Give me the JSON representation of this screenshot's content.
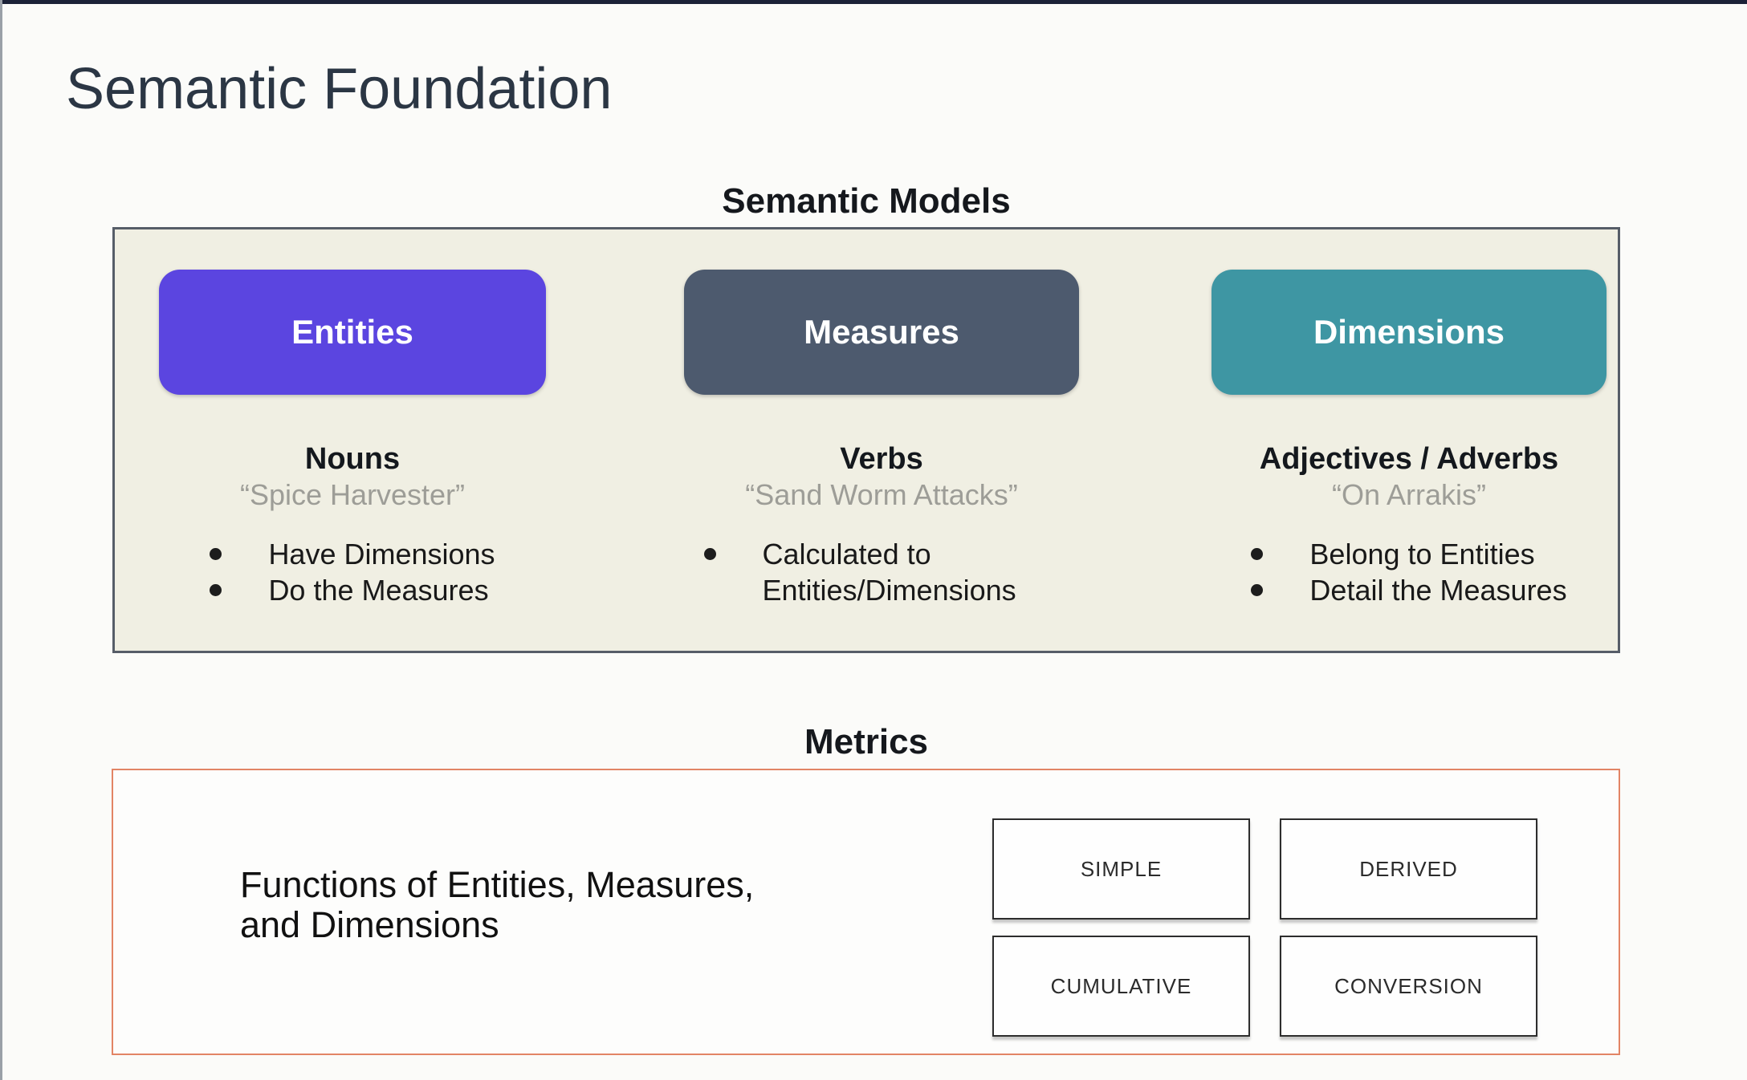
{
  "title": "Semantic Foundation",
  "semantic_models": {
    "heading": "Semantic Models",
    "columns": [
      {
        "pill": "Entities",
        "pill_color": "#5b45e0",
        "role": "Nouns",
        "quote": "“Spice Harvester”",
        "bullets": [
          "Have Dimensions",
          "Do the Measures"
        ]
      },
      {
        "pill": "Measures",
        "pill_color": "#4d5a6e",
        "role": "Verbs",
        "quote": "“Sand Worm Attacks”",
        "bullets": [
          "Calculated to Entities/Dimensions"
        ]
      },
      {
        "pill": "Dimensions",
        "pill_color": "#3e96a3",
        "role": "Adjectives / Adverbs",
        "quote": "“On Arrakis”",
        "bullets": [
          "Belong to Entities",
          "Detail the Measures"
        ]
      }
    ]
  },
  "metrics": {
    "heading": "Metrics",
    "description": "Functions of Entities, Measures,\nand Dimensions",
    "types": [
      "SIMPLE",
      "DERIVED",
      "CUMULATIVE",
      "CONVERSION"
    ]
  },
  "colors": {
    "slide_background": "#fbfbf9",
    "top_border": "#1c2238",
    "models_panel_background": "#f0efe3",
    "models_panel_border": "#565d68",
    "metrics_panel_border": "#e28465",
    "entities_pill": "#5b45e0",
    "measures_pill": "#4d5a6e",
    "dimensions_pill": "#3e96a3"
  }
}
